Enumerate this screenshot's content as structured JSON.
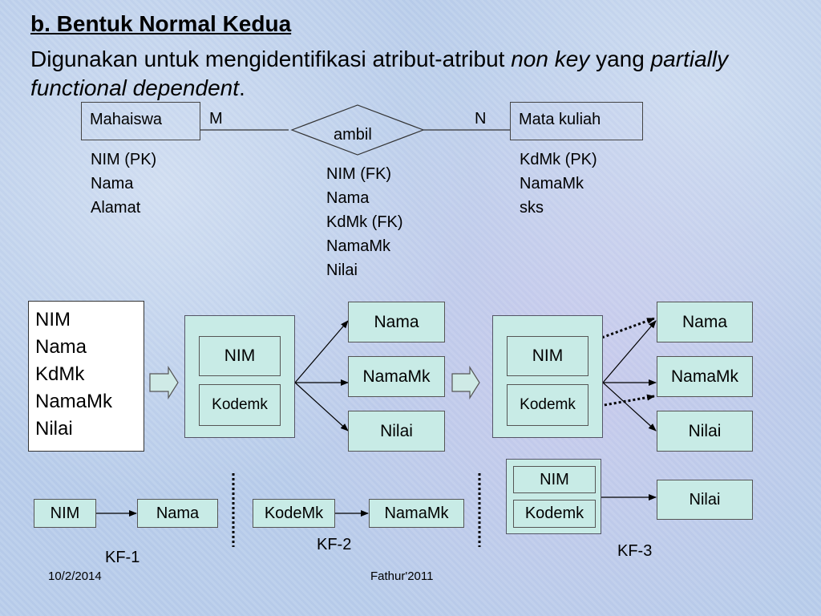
{
  "slide": {
    "title": "b.  Bentuk Normal Kedua",
    "para_1": "Digunakan untuk mengidentifikasi atribut-atribut ",
    "para_italic_1": "non key",
    "para_2": " yang ",
    "para_italic_2": "partially functional dependent",
    "para_3": "."
  },
  "er": {
    "entity_left": "Mahaiswa",
    "card_m": "M",
    "relationship": "ambil",
    "card_n": "N",
    "entity_right": "Mata kuliah",
    "left_attrs": [
      "NIM (PK)",
      "Nama",
      "Alamat"
    ],
    "mid_attrs": [
      "NIM (FK)",
      "Nama",
      "KdMk (FK)",
      "NamaMk",
      "Nilai"
    ],
    "right_attrs": [
      "KdMk (PK)",
      "NamaMk",
      "sks"
    ]
  },
  "flow": {
    "list": [
      "NIM",
      "Nama",
      "KdMk",
      "NamaMk",
      "Nilai"
    ],
    "g1_keys": [
      "NIM",
      "Kodemk"
    ],
    "g1_targets": [
      "Nama",
      "NamaMk",
      "Nilai"
    ],
    "g2_keys": [
      "NIM",
      "Kodemk"
    ],
    "g2_targets": [
      "Nama",
      "NamaMk",
      "Nilai"
    ]
  },
  "kf": {
    "kf1_from": "NIM",
    "kf1_to": "Nama",
    "kf1_label": "KF-1",
    "kf2_from": "KodeMk",
    "kf2_to": "NamaMk",
    "kf2_label": "KF-2",
    "kf3_keys": [
      "NIM",
      "Kodemk"
    ],
    "kf3_to": "Nilai",
    "kf3_label": "KF-3"
  },
  "footer": {
    "date": "10/2/2014",
    "author": "Fathur'2011"
  }
}
